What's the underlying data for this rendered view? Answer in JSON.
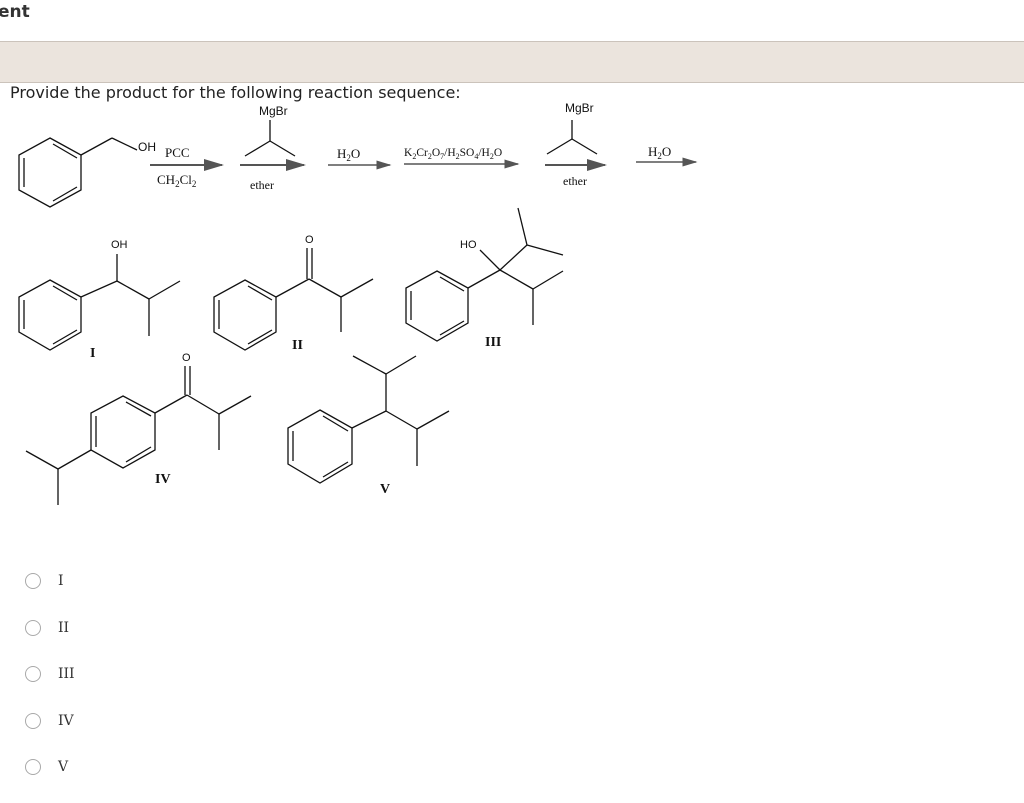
{
  "header": {
    "title_fragment": "ent"
  },
  "question": {
    "prompt": "Provide the product for the following reaction sequence:"
  },
  "scheme": {
    "starting_material": {
      "label": "OH"
    },
    "steps": [
      {
        "above": "PCC",
        "below": "CH2Cl2"
      },
      {
        "above_reagent": "MgBr",
        "below": "ether"
      },
      {
        "above": "H2O"
      },
      {
        "above": "K2Cr2O7/H2SO4/H2O"
      },
      {
        "above_reagent": "MgBr",
        "below": "ether"
      },
      {
        "above": "H2O"
      }
    ]
  },
  "structures": [
    {
      "id": "I",
      "label": "I",
      "heteroatom": "OH"
    },
    {
      "id": "II",
      "label": "II",
      "heteroatom": "O"
    },
    {
      "id": "III",
      "label": "III",
      "heteroatom": "HO"
    },
    {
      "id": "IV",
      "label": "IV",
      "heteroatom": "O"
    },
    {
      "id": "V",
      "label": "V"
    }
  ],
  "answers": {
    "options": [
      {
        "label": "I",
        "selected": false
      },
      {
        "label": "II",
        "selected": false
      },
      {
        "label": "III",
        "selected": false
      },
      {
        "label": "IV",
        "selected": false
      },
      {
        "label": "V",
        "selected": false
      }
    ]
  },
  "colors": {
    "band_bg": "#ebe4dd",
    "band_border": "#cbc3bb",
    "radio_border": "#a9a9a9"
  }
}
